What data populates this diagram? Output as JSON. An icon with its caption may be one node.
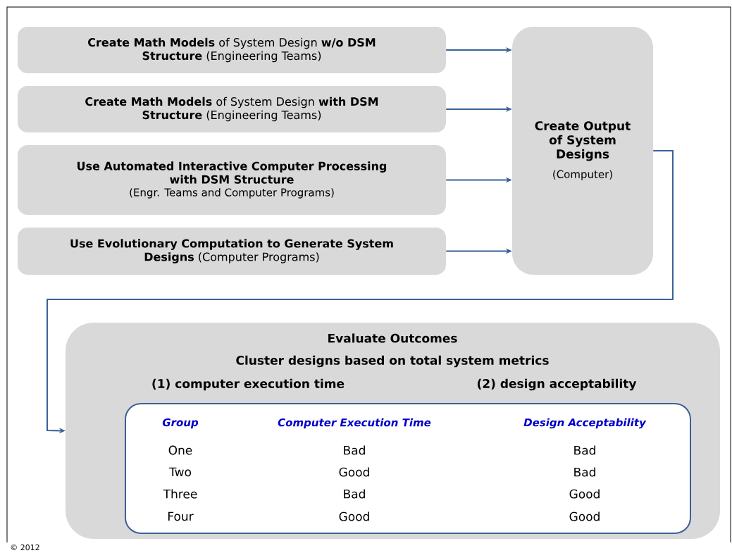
{
  "diagram": {
    "nodes": [
      {
        "text": [
          "**Create Math Models** of System Design **w/o DSM Structure** (Engineering Teams)"
        ]
      },
      {
        "text": [
          "**Create Math Models** of System Design **with DSM Structure** (Engineering Teams)"
        ]
      },
      {
        "text": [
          "Use Automated Interactive Computer Processing with DSM Structure",
          "(Engr. Teams and Computer Programs)"
        ]
      },
      {
        "text": [
          "**Use Evolutionary Computation to Generate System Designs** (Computer Programs)"
        ]
      },
      {
        "text": [
          "Create Output of System Designs",
          "(Computer)"
        ]
      },
      {
        "text": [
          "Evaluate Outcomes",
          "Cluster designs based on total system metrics",
          "(1) computer execution time",
          "(2) design acceptability"
        ]
      },
      {
        "text": [
          "Group",
          "Computer Execution Time",
          "Design Acceptability",
          "One",
          "Bad",
          "Bad",
          "Two",
          "Good",
          "Bad",
          "Three",
          "Bad",
          "Good",
          "Four",
          "Good",
          "Good"
        ],
        "in": 5
      }
    ],
    "edges": [
      {
        "from": 0,
        "to": 4,
        "arrow": "to"
      },
      {
        "from": 1,
        "to": 4,
        "arrow": "to"
      },
      {
        "from": 2,
        "to": 4,
        "arrow": "to"
      },
      {
        "from": 3,
        "to": 4,
        "arrow": "to"
      },
      {
        "from": 4,
        "to": 5,
        "arrow": "to"
      }
    ],
    "labels": [
      "© 2012"
    ]
  }
}
